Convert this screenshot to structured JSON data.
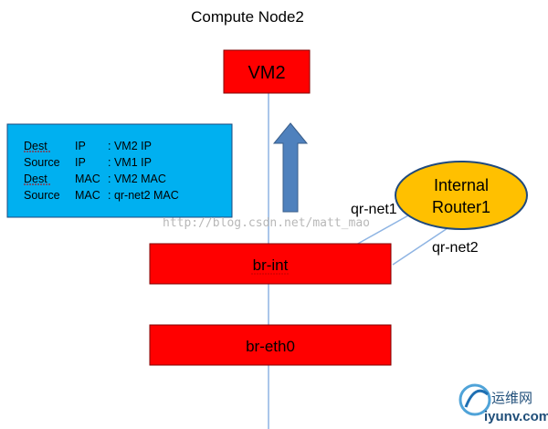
{
  "title": "Compute Node2",
  "vm": {
    "label": "VM2"
  },
  "bridges": {
    "int_label": "br-int",
    "eth_label": "br-eth0"
  },
  "router": {
    "line1": "Internal",
    "line2": "Router1"
  },
  "ports": {
    "net1": "qr-net1",
    "net2": "qr-net2"
  },
  "header_table": {
    "rows": [
      {
        "field": "Dest",
        "type": "IP",
        "value": ": VM2 IP"
      },
      {
        "field": "Source",
        "type": "IP",
        "value": ": VM1 IP"
      },
      {
        "field": "Dest",
        "type": "MAC",
        "value": ":  VM2 MAC"
      },
      {
        "field": "Source",
        "type": "MAC",
        "value": ":  qr-net2 MAC"
      }
    ]
  },
  "watermark": "http://blog.csdn.net/matt_mao",
  "logo": {
    "text_cn": "运维网",
    "text_en": "iyunv.com"
  },
  "colors": {
    "box_red": "#ff0000",
    "router_fill": "#ffc000",
    "info_bg": "#00b0f0",
    "arrow": "#4f81bd",
    "line": "#8eb4e3"
  }
}
